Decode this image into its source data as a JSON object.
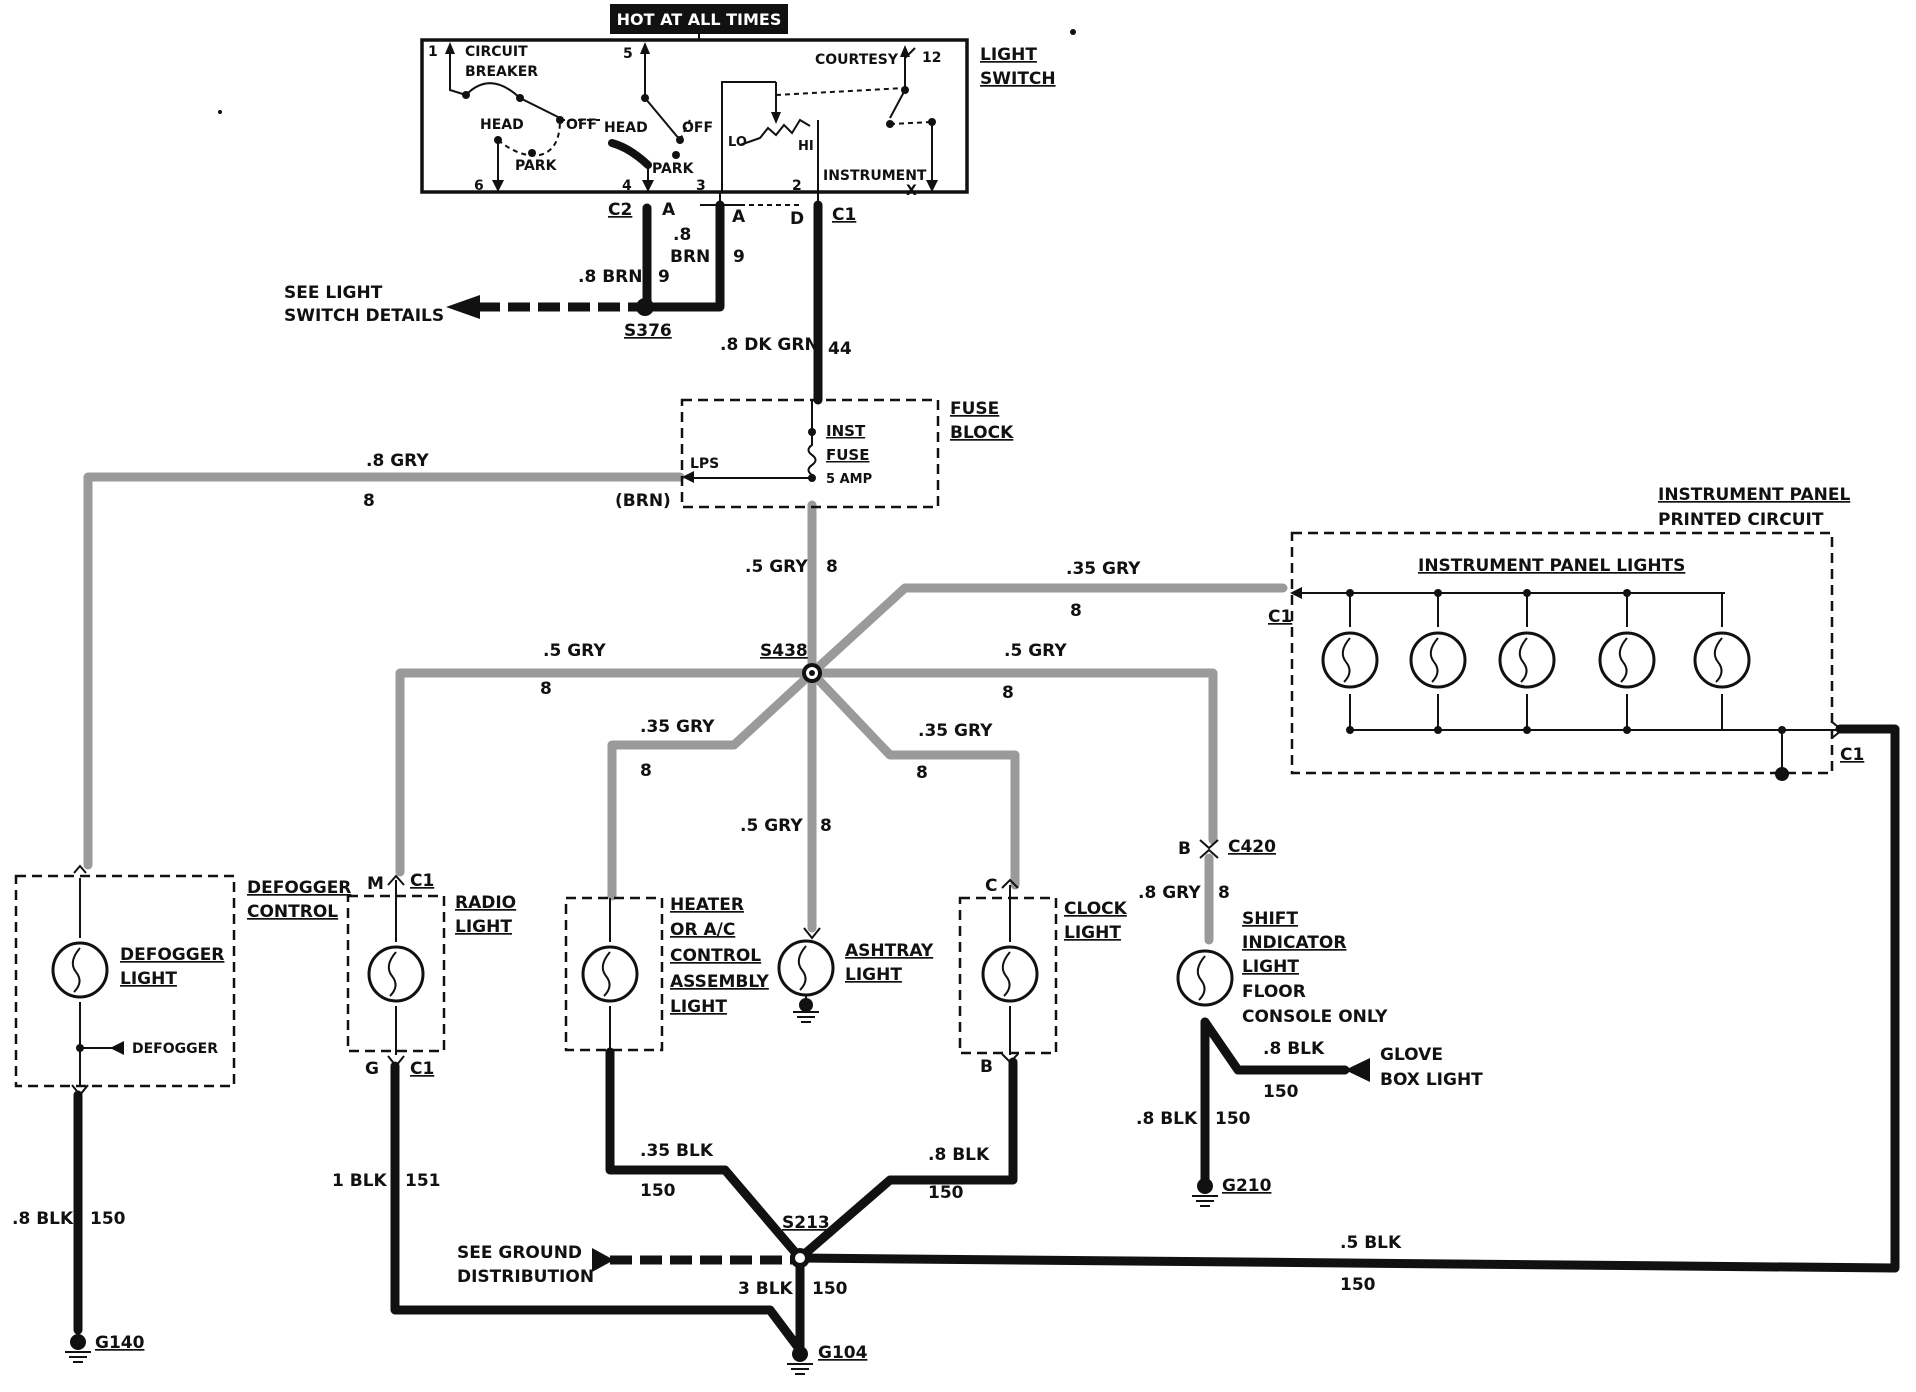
{
  "header": {
    "hot_label": "HOT AT ALL TIMES"
  },
  "light_switch": {
    "title1": "LIGHT",
    "title2": "SWITCH",
    "circuit": "CIRCUIT",
    "breaker": "BREAKER",
    "head1": "HEAD",
    "off1": "OFF",
    "park1": "PARK",
    "head2": "HEAD",
    "off2": "OFF",
    "park2": "PARK",
    "courtesy": "COURTESY",
    "lo": "LO",
    "hi": "HI",
    "instrument": "INSTRUMENT",
    "t1": "1",
    "t5": "5",
    "t12": "12",
    "t6": "6",
    "t4": "4",
    "t3": "3",
    "t2": "2",
    "tx": "X"
  },
  "connectors": {
    "c2": "C2",
    "a1": "A",
    "a2": "A",
    "d": "D",
    "c1_top": "C1",
    "c1_ip_top": "C1",
    "c1_ip_bot": "C1",
    "m": "M",
    "c1_radio_top": "C1",
    "g": "G",
    "c1_radio_bot": "C1",
    "c": "C",
    "b_clock": "B",
    "b_c420": "B",
    "c420": "C420"
  },
  "splices": {
    "s376": "S376",
    "s438": "S438",
    "s213": "S213"
  },
  "grounds": {
    "g140": "G140",
    "g104": "G104",
    "g210": "G210"
  },
  "wires": {
    "brn_08a": ".8",
    "brn_08b": "BRN",
    "brn_9a": "9",
    "brn_08": ".8 BRN",
    "brn_9b": "9",
    "dkgrn": ".8 DK GRN",
    "dkgrn_n": "44",
    "gry08": ".8 GRY",
    "gry08_n": "8",
    "brn_paren": "(BRN)",
    "gry05_fuse": ".5 GRY",
    "gry05_fuse_n": "8",
    "gry035_ip": ".35 GRY",
    "gry035_ip_n": "8",
    "gry05_left": ".5 GRY",
    "gry05_left_n": "8",
    "gry05_right": ".5 GRY",
    "gry05_right_n": "8",
    "gry035_heater": ".35 GRY",
    "gry035_heater_n": "8",
    "gry035_clock": ".35 GRY",
    "gry035_clock_n": "8",
    "gry05_ash": ".5 GRY",
    "gry05_ash_n": "8",
    "gry08_shift": ".8 GRY",
    "gry08_shift_n": "8",
    "blk08_glove": ".8 BLK",
    "blk08_glove_n": "150",
    "blk08_g210": ".8 BLK",
    "blk08_g210_n": "150",
    "blk08_g140": ".8 BLK",
    "blk08_g140_n": "150",
    "blk1": "1 BLK",
    "blk1_n": "151",
    "blk035": ".35 BLK",
    "blk035_n": "150",
    "blk08_clock": ".8 BLK",
    "blk08_clock_n": "150",
    "blk3": "3 BLK",
    "blk3_n": "150",
    "blk05": ".5 BLK",
    "blk05_n": "150"
  },
  "fuse_block": {
    "title1": "FUSE",
    "title2": "BLOCK",
    "inst": "INST",
    "fuse": "FUSE",
    "amp": "5 AMP",
    "lps": "LPS"
  },
  "instrument_panel": {
    "title1": "INSTRUMENT PANEL",
    "title2": "PRINTED CIRCUIT",
    "lights": "INSTRUMENT PANEL LIGHTS"
  },
  "components": {
    "defogger_control1": "DEFOGGER",
    "defogger_control2": "CONTROL",
    "defogger_light1": "DEFOGGER",
    "defogger_light2": "LIGHT",
    "defogger_sw": "DEFOGGER",
    "radio1": "RADIO",
    "radio2": "LIGHT",
    "heater1": "HEATER",
    "heater2": "OR A/C",
    "heater3": "CONTROL",
    "heater4": "ASSEMBLY",
    "heater5": "LIGHT",
    "ashtray1": "ASHTRAY",
    "ashtray2": "LIGHT",
    "clock1": "CLOCK",
    "clock2": "LIGHT",
    "shift1": "SHIFT",
    "shift2": "INDICATOR",
    "shift3": "LIGHT",
    "shift4": "FLOOR",
    "shift5": "CONSOLE ONLY",
    "glove1": "GLOVE",
    "glove2": "BOX LIGHT"
  },
  "references": {
    "see_light1": "SEE LIGHT",
    "see_light2": "SWITCH DETAILS",
    "see_ground1": "SEE GROUND",
    "see_ground2": "DISTRIBUTION"
  }
}
